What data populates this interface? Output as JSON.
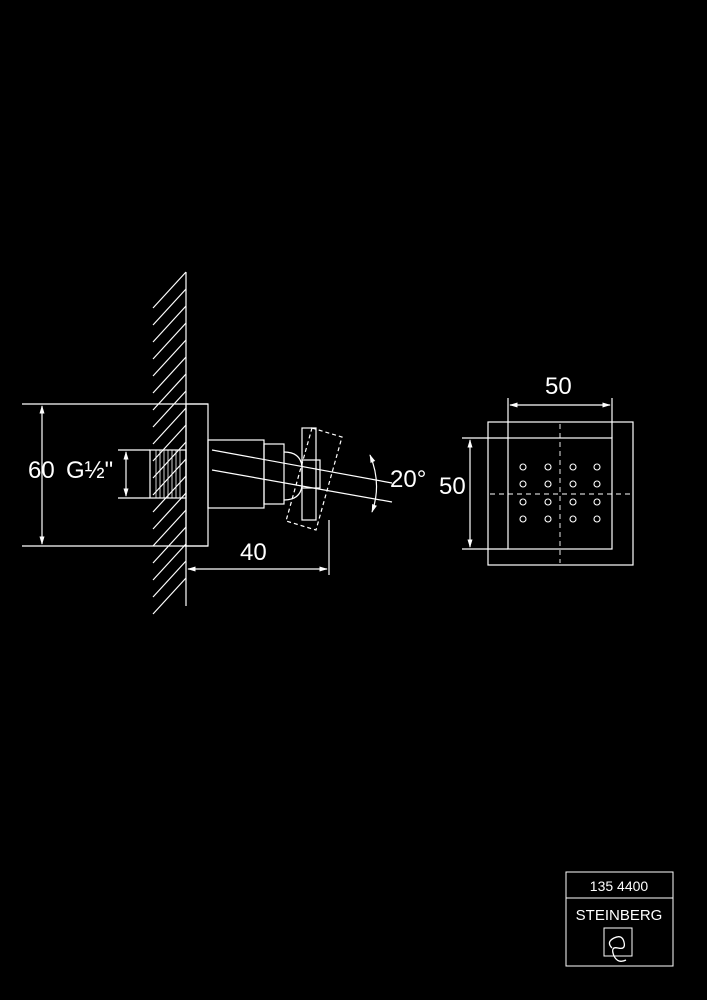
{
  "side_view": {
    "dim_total": "60",
    "thread_spec": "G½\"",
    "dim_depth": "40",
    "dim_angle": "20°"
  },
  "front_view": {
    "dim_width": "50",
    "dim_height": "50",
    "nozzle_rows": 4,
    "nozzle_cols": 4
  },
  "title_block": {
    "article_number": "135 4400",
    "brand": "STEINBERG"
  }
}
